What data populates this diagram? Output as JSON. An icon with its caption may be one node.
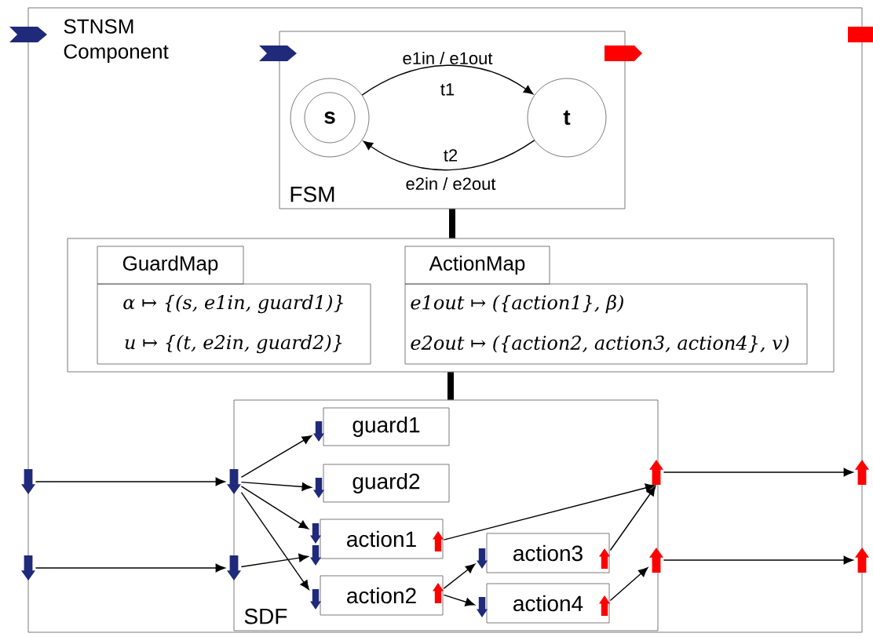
{
  "diagram": {
    "nodes": [
      {
        "text": [
          "STNSM Component"
        ]
      },
      {
        "text": [
          "FSM"
        ],
        "in": 0
      },
      {
        "text": [
          "s"
        ],
        "in": 1
      },
      {
        "text": [
          "t"
        ],
        "in": 1
      },
      {
        "text": [],
        "shape": "box",
        "in": 0
      },
      {
        "text": [
          "GuardMap",
          "α ↦ {(s, e1in, guard1)}",
          "u ↦ {(t, e2in, guard2)}"
        ],
        "in": 4
      },
      {
        "text": [
          "ActionMap",
          "e1out ↦ ({action1}, β)",
          "e2out ↦ ({action2, action3, action4}, v)"
        ],
        "in": 4
      },
      {
        "text": [
          "SDF"
        ],
        "in": 0
      },
      {
        "text": [
          "guard1"
        ],
        "in": 7
      },
      {
        "text": [
          "guard2"
        ],
        "in": 7
      },
      {
        "text": [
          "action1"
        ],
        "in": 7
      },
      {
        "text": [
          "action2"
        ],
        "in": 7
      },
      {
        "text": [
          "action3"
        ],
        "in": 7
      },
      {
        "text": [
          "action4"
        ],
        "in": 7
      },
      {
        "text": [],
        "shape": "arrow"
      },
      {
        "text": [],
        "shape": "arrow"
      },
      {
        "text": [],
        "shape": "arrow",
        "in": 0
      },
      {
        "text": [],
        "shape": "arrow",
        "in": 0
      },
      {
        "text": [],
        "shape": "arrow",
        "in": 7
      },
      {
        "text": [],
        "shape": "arrow",
        "in": 7
      },
      {
        "text": [],
        "shape": "arrow",
        "in": 7
      },
      {
        "text": [],
        "shape": "arrow",
        "in": 7
      },
      {
        "text": [],
        "shape": "arrow",
        "in": 7
      },
      {
        "text": [],
        "shape": "arrow",
        "in": 10
      },
      {
        "text": [],
        "shape": "arrow",
        "in": 11
      },
      {
        "text": [],
        "shape": "arrow",
        "in": 7
      },
      {
        "text": [],
        "shape": "arrow",
        "in": 7
      },
      {
        "text": [],
        "shape": "arrow",
        "in": 12
      },
      {
        "text": [],
        "shape": "arrow",
        "in": 13
      },
      {
        "text": [],
        "shape": "arrow",
        "in": 0
      },
      {
        "text": [],
        "shape": "arrow",
        "in": 0
      },
      {
        "text": [],
        "shape": "arrow"
      },
      {
        "text": [],
        "shape": "arrow"
      }
    ],
    "edges": [
      {
        "from": 2,
        "to": 3,
        "arrow": "to",
        "label": "t1"
      },
      {
        "from": 3,
        "to": 2,
        "arrow": "to",
        "label": "t2"
      },
      {
        "from": 1,
        "to": 4,
        "arrow": "none",
        "style": "thick"
      },
      {
        "from": 4,
        "to": 7,
        "arrow": "none",
        "style": "thick"
      },
      {
        "from": 14,
        "to": 16,
        "arrow": "to"
      },
      {
        "from": 15,
        "to": 17,
        "arrow": "to"
      },
      {
        "from": 16,
        "to": 18,
        "arrow": "to"
      },
      {
        "from": 16,
        "to": 19,
        "arrow": "to"
      },
      {
        "from": 16,
        "to": 20,
        "arrow": "to"
      },
      {
        "from": 16,
        "to": 22,
        "arrow": "to"
      },
      {
        "from": 17,
        "to": 21,
        "arrow": "to"
      },
      {
        "from": 23,
        "to": 29,
        "arrow": "to"
      },
      {
        "from": 27,
        "to": 29,
        "arrow": "to"
      },
      {
        "from": 24,
        "to": 25,
        "arrow": "to"
      },
      {
        "from": 24,
        "to": 26,
        "arrow": "to"
      },
      {
        "from": 28,
        "to": 30,
        "arrow": "to"
      },
      {
        "from": 29,
        "to": 31,
        "arrow": "to"
      },
      {
        "from": 30,
        "to": 32,
        "arrow": "to"
      }
    ],
    "labels": [
      "e1in / e1out",
      "e2in / e2out"
    ]
  }
}
